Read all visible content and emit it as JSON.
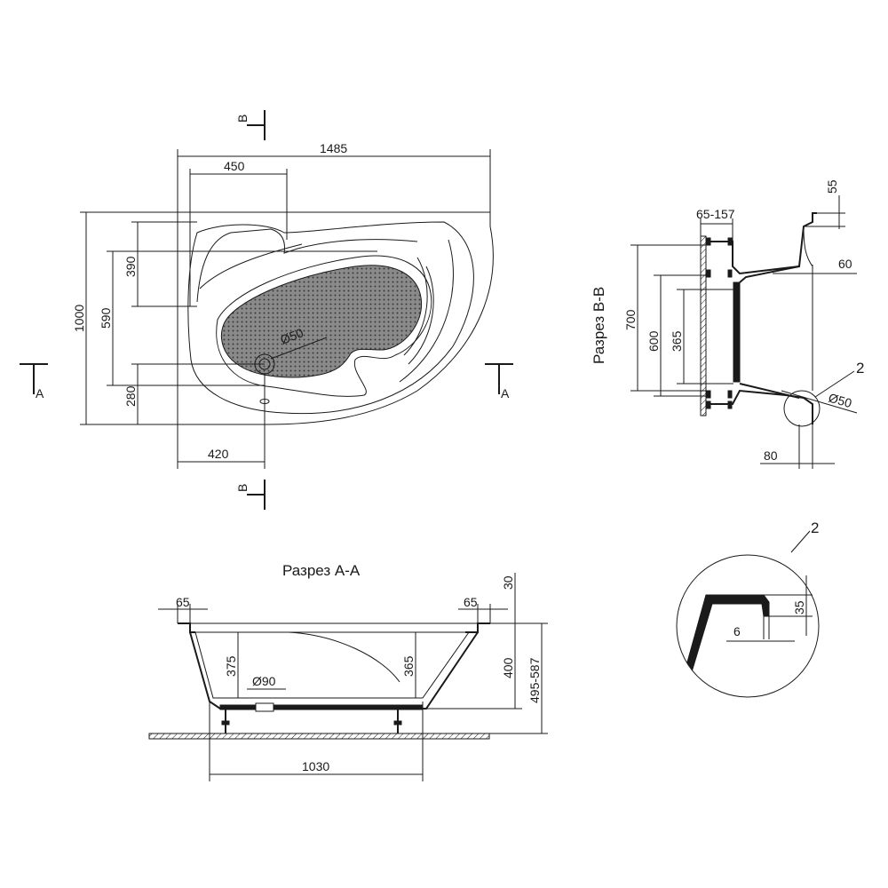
{
  "plan": {
    "dim_width": "1485",
    "dim_seat": "450",
    "dim_depth": "1000",
    "dim_590": "590",
    "dim_390": "390",
    "dim_280": "280",
    "dim_420": "420",
    "drain_dia": "Ø50",
    "mark_a": "A",
    "mark_b": "B"
  },
  "section_b": {
    "title": "Разрез B-B",
    "dim_65_157": "65-157",
    "dim_55": "55",
    "dim_60": "60",
    "dim_700": "700",
    "dim_600": "600",
    "dim_365": "365",
    "dim_80": "80",
    "callout": "2",
    "drain_dia": "Ø50"
  },
  "section_a": {
    "title": "Разрез A-A",
    "dim_65_left": "65",
    "dim_65_right": "65",
    "dim_30": "30",
    "dim_375": "375",
    "dim_365": "365",
    "dim_400": "400",
    "dim_495_587": "495-587",
    "drain_dia": "Ø90",
    "dim_1030": "1030"
  },
  "detail": {
    "callout": "2",
    "dim_35": "35",
    "dim_6": "6"
  }
}
